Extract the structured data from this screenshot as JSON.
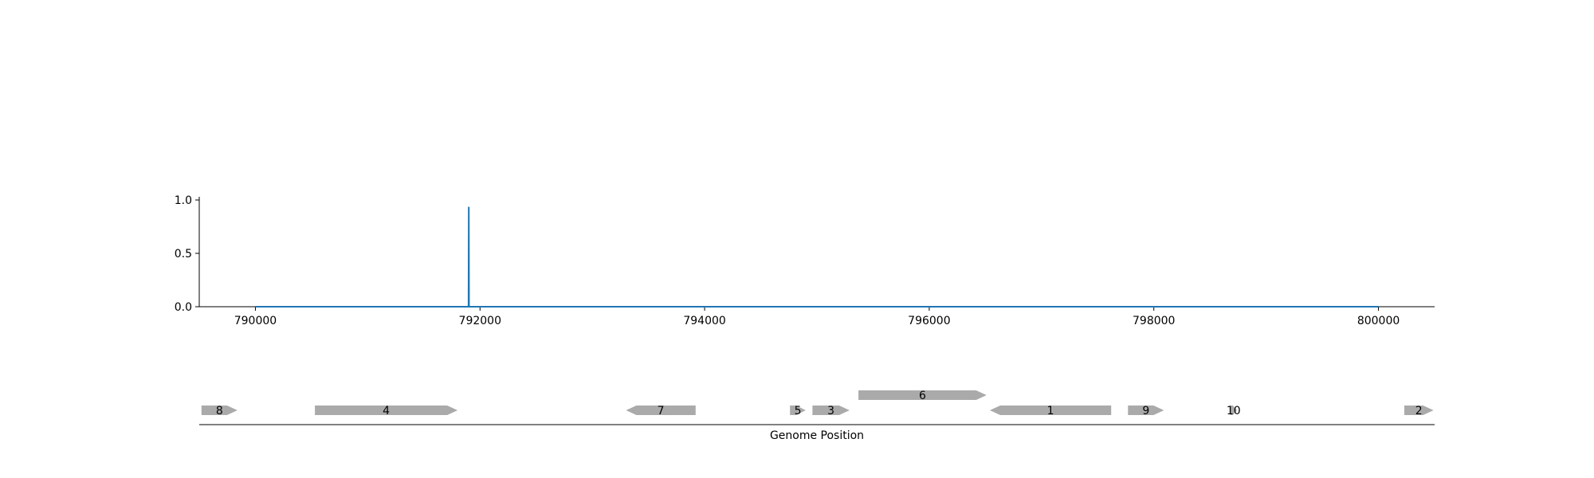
{
  "chart_data": {
    "type": "line",
    "title": "",
    "xlabel": "",
    "ylabel": "",
    "xlim": [
      789500,
      800500
    ],
    "ylim": [
      0,
      1.03
    ],
    "yticks": [
      0.0,
      0.5,
      1.0
    ],
    "ytick_labels": [
      "0.0",
      "0.5",
      "1.0"
    ],
    "xticks": [
      790000,
      792000,
      794000,
      796000,
      798000,
      800000
    ],
    "xtick_labels": [
      "790000",
      "792000",
      "794000",
      "796000",
      "798000",
      "800000"
    ],
    "grid": false,
    "series": [
      {
        "color": "#1f77b4",
        "x": [
          790000,
          791895,
          791898,
          791900,
          791902,
          791905,
          800000
        ],
        "y": [
          0,
          0,
          0,
          0.93,
          0,
          0,
          0
        ]
      }
    ],
    "gene_track": {
      "xlabel": "Genome Position",
      "color": "#aaaaaa",
      "genes": [
        {
          "label": "8",
          "start": 789520,
          "end": 789840,
          "strand": "+",
          "row": 0
        },
        {
          "label": "4",
          "start": 790530,
          "end": 791800,
          "strand": "+",
          "row": 0
        },
        {
          "label": "7",
          "start": 793300,
          "end": 793920,
          "strand": "-",
          "row": 0
        },
        {
          "label": "5",
          "start": 794760,
          "end": 794900,
          "strand": "+",
          "row": 0
        },
        {
          "label": "3",
          "start": 794960,
          "end": 795290,
          "strand": "+",
          "row": 0
        },
        {
          "label": "6",
          "start": 795370,
          "end": 796510,
          "strand": "+",
          "row": 1
        },
        {
          "label": "1",
          "start": 796540,
          "end": 797620,
          "strand": "-",
          "row": 0
        },
        {
          "label": "9",
          "start": 797770,
          "end": 798090,
          "strand": "+",
          "row": 0
        },
        {
          "label": "10",
          "start": 798680,
          "end": 798740,
          "strand": "+",
          "row": 0
        },
        {
          "label": "2",
          "start": 800230,
          "end": 800490,
          "strand": "+",
          "row": 0
        }
      ]
    }
  }
}
